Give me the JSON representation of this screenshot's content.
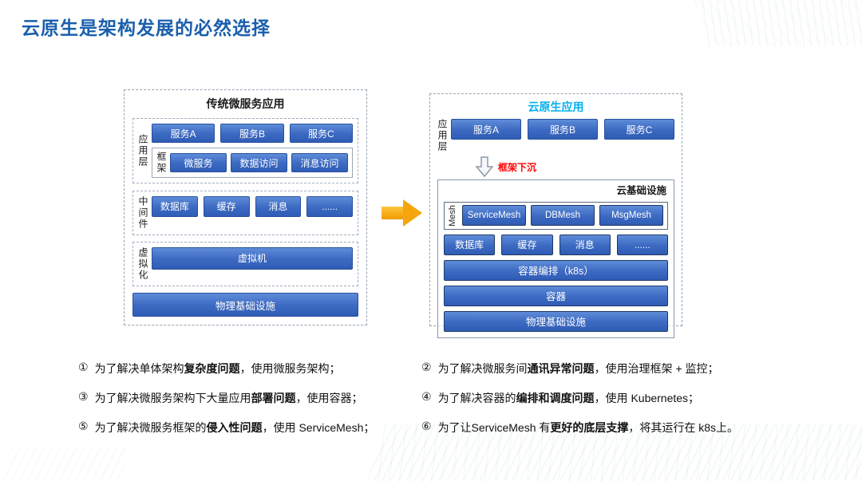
{
  "page": {
    "title": "云原生是架构发展的必然选择"
  },
  "colors": {
    "title_blue": "#1a5fad",
    "box_blue": "#3c69c1",
    "cloud_native_cyan": "#00b0f0",
    "sink_red": "#ff0000",
    "arrow_orange": "#f6a60d"
  },
  "left": {
    "title": "传统微服务应用",
    "app_label": "应用层",
    "services": [
      "服务A",
      "服务B",
      "服务C"
    ],
    "framework_label": "框架",
    "framework_items": [
      "微服务",
      "数据访问",
      "消息访问"
    ],
    "middleware_label": "中间件",
    "middleware_items": [
      "数据库",
      "缓存",
      "消息",
      "......"
    ],
    "virtualization_label": "虚拟化",
    "vm": "虚拟机",
    "physical": "物理基础设施"
  },
  "right": {
    "title": "云原生应用",
    "app_label": "应用层",
    "services": [
      "服务A",
      "服务B",
      "服务C"
    ],
    "sink_label": "框架下沉",
    "infra_label": "云基础设施",
    "mesh_label": "Mesh",
    "mesh_items": [
      "ServiceMesh",
      "DBMesh",
      "MsgMesh"
    ],
    "middleware_items": [
      "数据库",
      "缓存",
      "消息",
      "......"
    ],
    "orchestration": "容器编排（k8s）",
    "container": "容器",
    "physical": "物理基础设施"
  },
  "notes": [
    {
      "num": "①",
      "pre": "为了解决单体架构",
      "bold": "复杂度问题",
      "post": "，使用微服务架构；"
    },
    {
      "num": "②",
      "pre": "为了解决微服务间",
      "bold": "通讯异常问题",
      "post": "，使用治理框架 + 监控；"
    },
    {
      "num": "③",
      "pre": "为了解决微服务架构下大量应用",
      "bold": "部署问题",
      "post": "，使用容器；"
    },
    {
      "num": "④",
      "pre": "为了解决容器的",
      "bold": "编排和调度问题",
      "post": "，使用 Kubernetes；"
    },
    {
      "num": "⑤",
      "pre": "为了解决微服务框架的",
      "bold": "侵入性问题",
      "post": "，使用 ServiceMesh；"
    },
    {
      "num": "⑥",
      "pre": "为了让ServiceMesh 有",
      "bold": "更好的底层支撑",
      "post": "，将其运行在 k8s上。"
    }
  ]
}
